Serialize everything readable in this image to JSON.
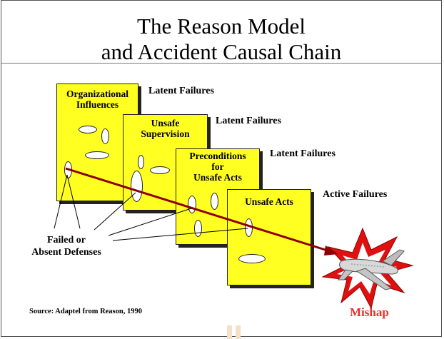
{
  "title": {
    "line1": "The Reason Model",
    "line2": "and Accident Causal Chain"
  },
  "panels": [
    {
      "title": [
        "Organizational",
        "Influences"
      ],
      "failure_label": "Latent Failures"
    },
    {
      "title": [
        "Unsafe",
        "Supervision"
      ],
      "failure_label": "Latent Failures"
    },
    {
      "title": [
        "Preconditions",
        "for",
        "Unsafe Acts"
      ],
      "failure_label": "Latent Failures"
    },
    {
      "title": [
        "Unsafe Acts"
      ],
      "failure_label": "Active Failures"
    }
  ],
  "defenses_label": [
    "Failed or",
    "Absent Defenses"
  ],
  "outcome_label": "Mishap",
  "source": "Source: Adaptel from Reason, 1990",
  "colors": {
    "panel_fill": "#ffff22",
    "arrow": "#8b0000",
    "burst_outer": "#e01010",
    "burst_inner": "#ffffff",
    "mishap_text": "#e8302a"
  },
  "icons": [
    "airplane-icon",
    "explosion-burst-icon"
  ]
}
